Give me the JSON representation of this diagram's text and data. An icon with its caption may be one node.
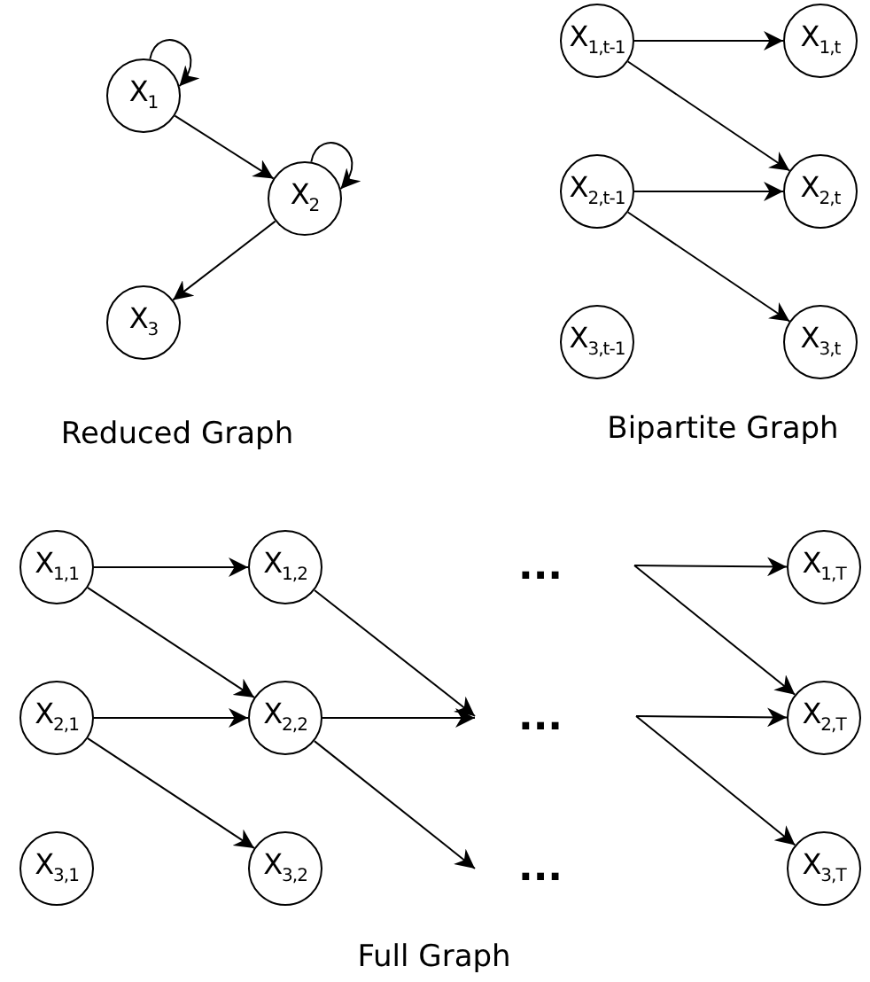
{
  "diagram": {
    "nodes": [
      {
        "text": [
          "X$_{1}$"
        ]
      },
      {
        "text": [
          "X$_{2}$"
        ]
      },
      {
        "text": [
          "X$_{3}$"
        ]
      },
      {
        "text": [
          "X$_{1,t-1}$"
        ]
      },
      {
        "text": [
          "X$_{1,t}$"
        ]
      },
      {
        "text": [
          "X$_{2,t-1}$"
        ]
      },
      {
        "text": [
          "X$_{2,t}$"
        ]
      },
      {
        "text": [
          "X$_{3,t-1}$"
        ]
      },
      {
        "text": [
          "X$_{3,t}$"
        ]
      },
      {
        "text": [
          "X$_{1,1}$"
        ]
      },
      {
        "text": [
          "X$_{1,2}$"
        ]
      },
      {
        "text": [
          "X$_{1,T}$"
        ]
      },
      {
        "text": [
          "X$_{2,1}$"
        ]
      },
      {
        "text": [
          "X$_{2,2}$"
        ]
      },
      {
        "text": [
          "X$_{2,T}$"
        ]
      },
      {
        "text": [
          "X$_{3,1}$"
        ]
      },
      {
        "text": [
          "X$_{3,2}$"
        ]
      },
      {
        "text": [
          "X$_{3,T}$"
        ]
      }
    ],
    "edges": [
      {
        "from": 0,
        "to": 0,
        "arrow": "to"
      },
      {
        "from": 0,
        "to": 1,
        "arrow": "to"
      },
      {
        "from": 1,
        "to": 1,
        "arrow": "to"
      },
      {
        "from": 1,
        "to": 2,
        "arrow": "to"
      },
      {
        "from": 3,
        "to": 4,
        "arrow": "to"
      },
      {
        "from": 3,
        "to": 6,
        "arrow": "to"
      },
      {
        "from": 5,
        "to": 6,
        "arrow": "to"
      },
      {
        "from": 5,
        "to": 8,
        "arrow": "to"
      },
      {
        "from": 9,
        "to": 10,
        "arrow": "to"
      },
      {
        "from": 9,
        "to": 13,
        "arrow": "to"
      },
      {
        "from": 12,
        "to": 13,
        "arrow": "to"
      },
      {
        "from": 12,
        "to": 16,
        "arrow": "to"
      },
      {
        "from": 10,
        "to": null,
        "arrow": "to"
      },
      {
        "from": 13,
        "to": null,
        "arrow": "to"
      },
      {
        "from": 13,
        "to": null,
        "arrow": "to"
      },
      {
        "from": null,
        "to": 11,
        "arrow": "to"
      },
      {
        "from": null,
        "to": 14,
        "arrow": "to"
      },
      {
        "from": null,
        "to": 14,
        "arrow": "to"
      },
      {
        "from": null,
        "to": 17,
        "arrow": "to"
      }
    ],
    "labels": [
      "Reduced Graph",
      "Bipartite Graph",
      "...",
      "...",
      "...",
      "Full Graph"
    ]
  }
}
